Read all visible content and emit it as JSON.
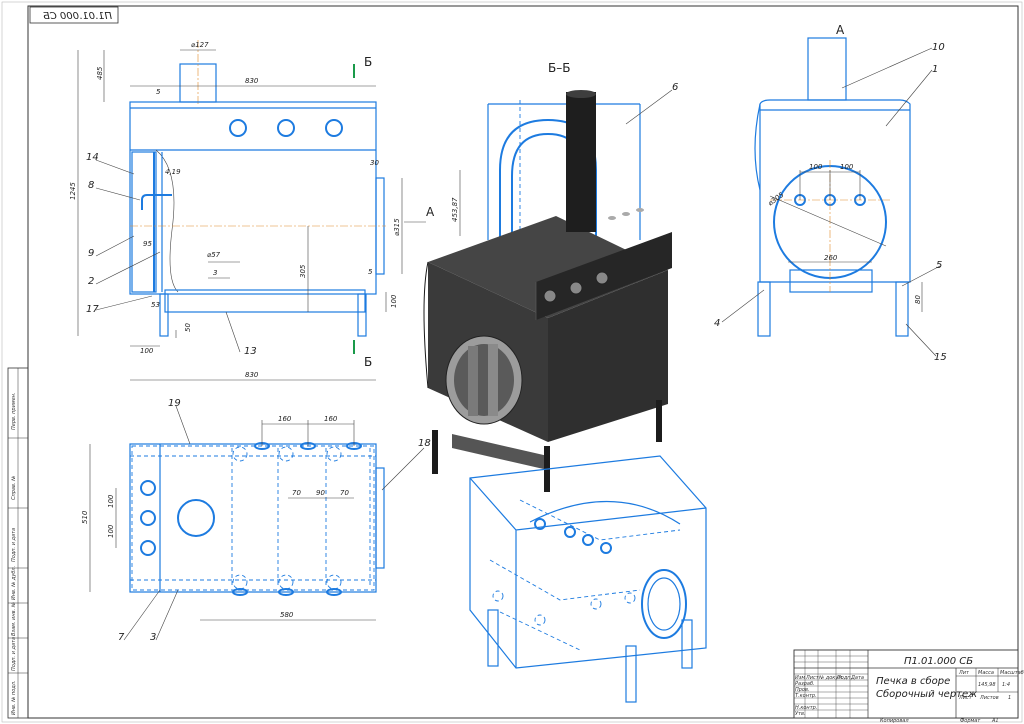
{
  "title_block": {
    "doc_number": "П1.01.000 СБ",
    "doc_number_mirrored": "П1.01.000 СБ",
    "name_line1": "Печка в сборе",
    "name_line2": "Сборочный чертеж",
    "col_lit": "Лит",
    "col_mass": "Масса",
    "col_scale": "Масштаб",
    "mass": "145,98",
    "scale": "1:4",
    "sheet_label": "Лист",
    "sheets_label": "Листов",
    "sheets_count": "1",
    "rows": [
      "Изм",
      "Лист",
      "№ докум.",
      "Подп.",
      "Дата"
    ],
    "roles": [
      "Разраб.",
      "Пров.",
      "Т.контр.",
      "",
      "Н.контр.",
      "Утв."
    ],
    "copied": "Копировал",
    "format_label": "Формат",
    "format_value": "А1"
  },
  "side_stamp": [
    "Перв. примен.",
    "Справ. №",
    "Подп. и дата",
    "Инв. № дубл.",
    "Взам. инв. №",
    "Подп. и дата",
    "Инв. № подл."
  ],
  "sections": {
    "bb": "Б–Б",
    "b_top": "Б",
    "b_bottom": "Б",
    "a_arrow": "А",
    "a_view": "А"
  },
  "front_dims": {
    "d127": "⌀127",
    "h485": "485",
    "w830_top": "830",
    "w830_bottom": "830",
    "h1245": "1245",
    "h5": "5",
    "d419": "4,19",
    "d95": "95",
    "d57": "⌀57",
    "d3": "3",
    "h305": "305",
    "d315": "⌀315",
    "d30": "30",
    "d5": "5",
    "h100": "100",
    "d53": "53",
    "h50": "50",
    "w100": "100"
  },
  "front_callouts": [
    "14",
    "8",
    "9",
    "2",
    "17",
    "13"
  ],
  "plan_dims": {
    "s160a": "160",
    "s160b": "160",
    "s70a": "70",
    "s90": "90",
    "s70b": "70",
    "v100a": "100",
    "v100b": "100",
    "h510": "510",
    "w580": "580"
  },
  "plan_callouts": [
    "19",
    "18",
    "7",
    "3"
  ],
  "side_dims": {
    "s100a": "100",
    "s100b": "100",
    "d305": "⌀305",
    "w260": "260",
    "h80": "80"
  },
  "side_callouts": [
    "10",
    "1",
    "5",
    "4",
    "15"
  ],
  "iso_dims": {
    "h453": "453,87"
  },
  "iso_callouts": [
    "6"
  ]
}
